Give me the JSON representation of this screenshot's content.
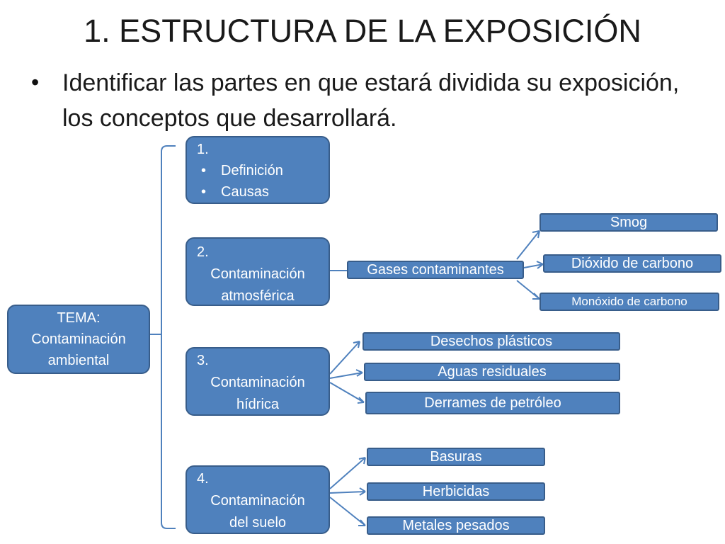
{
  "slide": {
    "title": "1. ESTRUCTURA DE LA EXPOSICIÓN",
    "bullet": "Identificar las partes en que estará dividida su exposición, los conceptos que desarrollará."
  },
  "diagram": {
    "root": {
      "line1": "TEMA:",
      "line2": "Contaminación",
      "line3": "ambiental"
    },
    "sections": [
      {
        "num": "1.",
        "items": [
          "Definición",
          "Causas"
        ]
      },
      {
        "num": "2.",
        "line1": "Contaminación",
        "line2": "atmosférica"
      },
      {
        "num": "3.",
        "line1": "Contaminación",
        "line2": "hídrica"
      },
      {
        "num": "4.",
        "line1": "Contaminación",
        "line2": "del suelo"
      }
    ],
    "gases": "Gases contaminantes",
    "gas_items": [
      "Smog",
      "Dióxido de carbono",
      "Monóxido de carbono"
    ],
    "water_items": [
      "Desechos plásticos",
      "Aguas residuales",
      "Derrames de petróleo"
    ],
    "soil_items": [
      "Basuras",
      "Herbicidas",
      "Metales pesados"
    ]
  },
  "colors": {
    "box_fill": "#4f81bd",
    "box_border": "#385d8a",
    "connector": "#4f81bd"
  }
}
